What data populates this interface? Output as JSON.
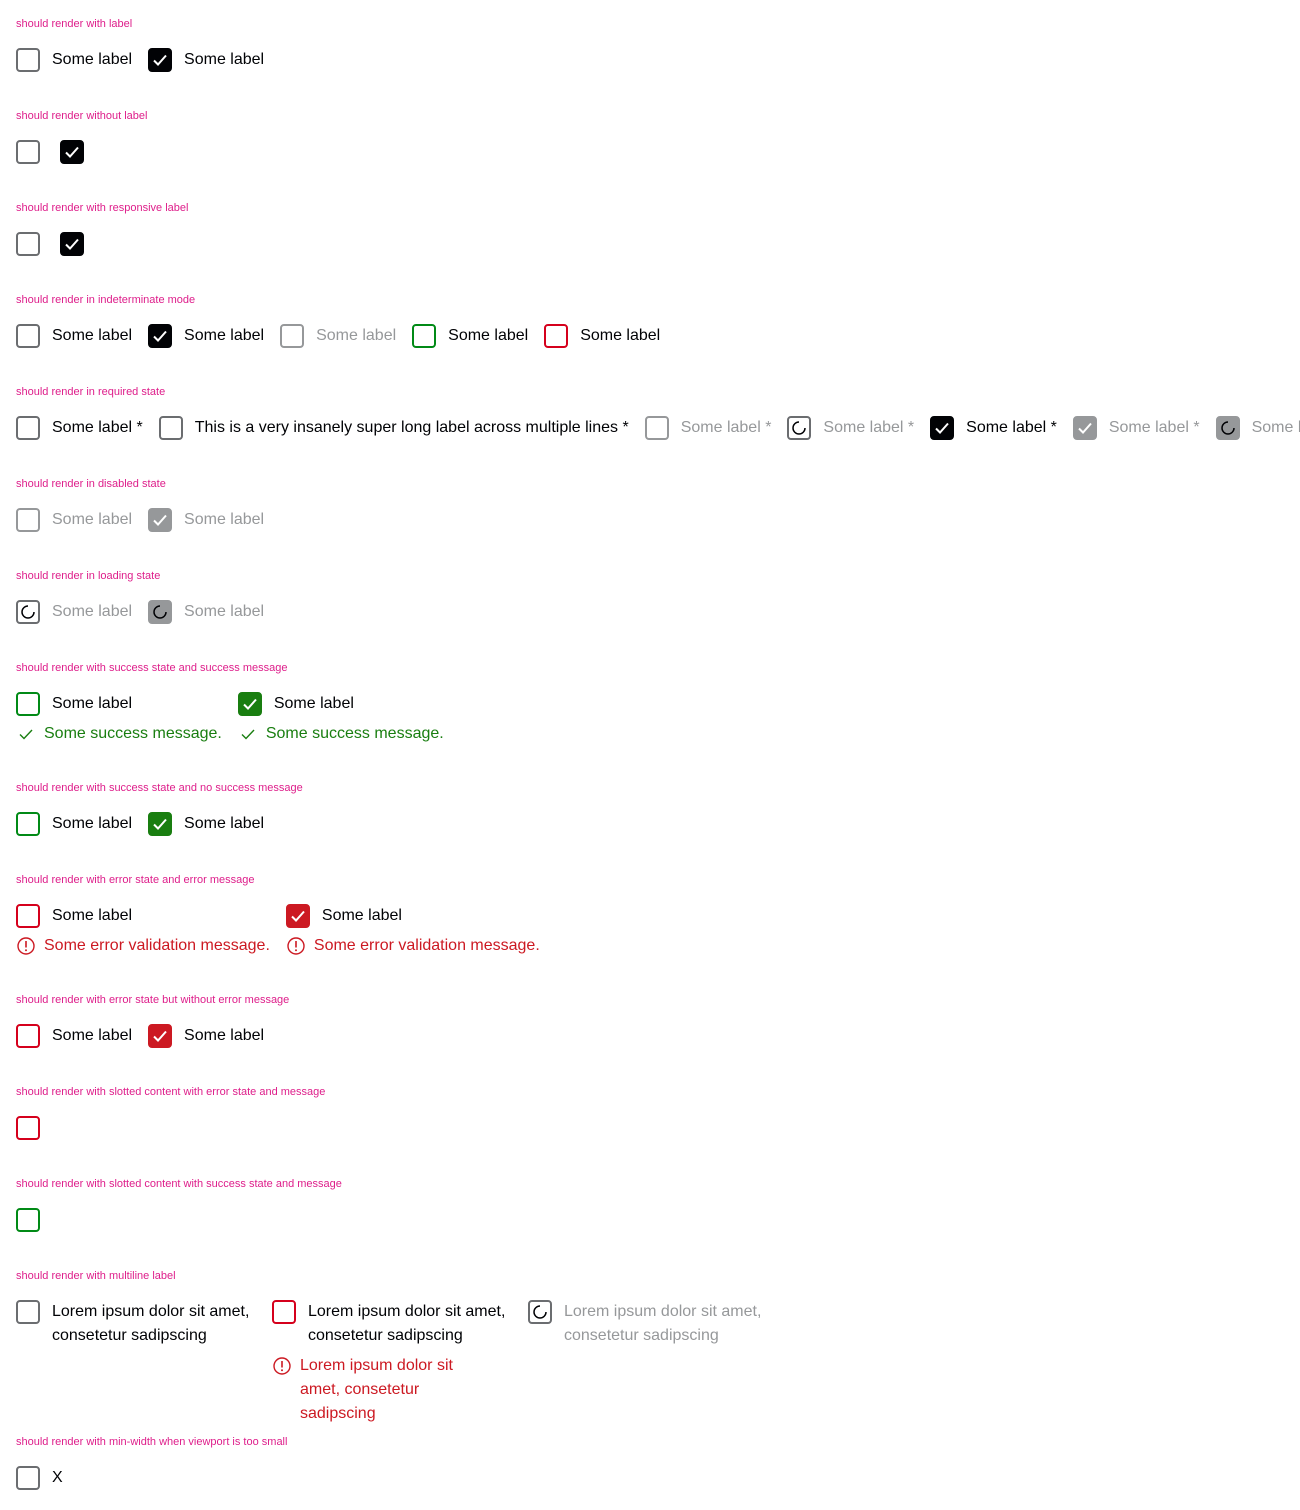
{
  "headings": {
    "with_label": "should render with label",
    "without_label": "should render without label",
    "responsive": "should render with responsive label",
    "indeterminate": "should render in indeterminate mode",
    "required": "should render in required state",
    "disabled": "should render in disabled state",
    "loading": "should render in loading state",
    "success_msg": "should render with success state and success message",
    "success_no_msg": "should render with success state and no success message",
    "error_msg": "should render with error state and error message",
    "error_no_msg": "should render with error state but without error message",
    "slotted_error": "should render with slotted content with error state and message",
    "slotted_success": "should render with slotted content with success state and message",
    "multiline": "should render with multiline label",
    "min_width": "should render with min-width when viewport is too small"
  },
  "labels": {
    "some_label": "Some label",
    "some_label_req": "Some label *",
    "long_label_req": "This is a very insanely super long label across multiple lines *",
    "lorem": "Lorem ipsum dolor sit amet, consetetur sadipscing",
    "x": "X"
  },
  "messages": {
    "success": "Some success message.",
    "error": "Some error validation message.",
    "lorem_error": "Lorem ipsum dolor sit amet, consetetur sadipscing"
  },
  "icons": {
    "check": "check-icon",
    "spinner": "spinner-icon",
    "exclamation": "exclamation-icon"
  },
  "colors": {
    "heading": "#de1d8a",
    "primary": "#010205",
    "success": "#197e10",
    "error": "#cc1922",
    "disabled": "#96989a"
  }
}
